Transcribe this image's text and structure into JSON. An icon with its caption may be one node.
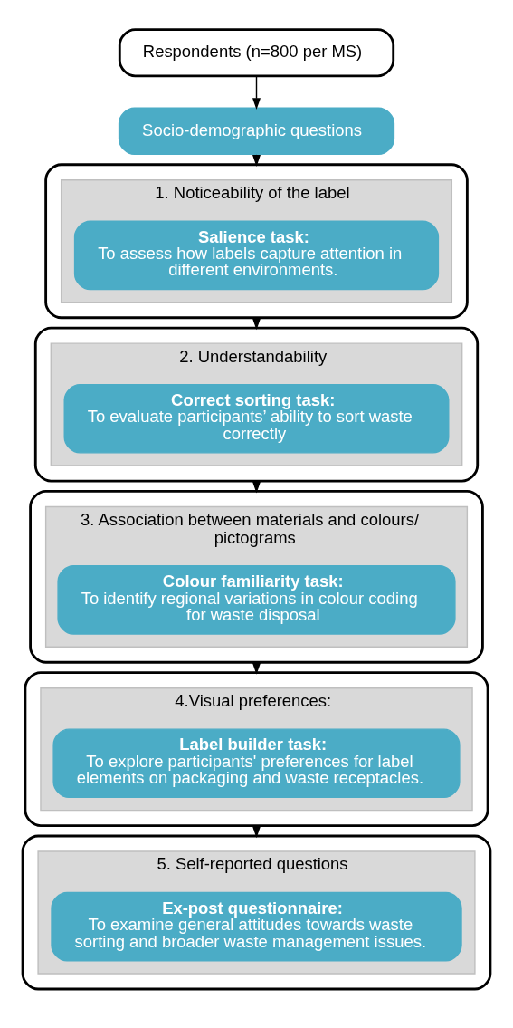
{
  "diagram": {
    "nodes": [
      {
        "text": [
          "Respondents (n=800 per MS)"
        ]
      },
      {
        "text": [
          "Socio-demographic questions"
        ]
      },
      {
        "text": [],
        "shape": "box"
      },
      {
        "text": [
          "1. Noticeability of the label"
        ],
        "in": 2
      },
      {
        "text": [
          "Salience task:",
          "To assess how labels capture attention in different environments."
        ],
        "in": 3
      },
      {
        "text": [],
        "shape": "box"
      },
      {
        "text": [
          "2. Understandability"
        ],
        "in": 5
      },
      {
        "text": [
          "Correct sorting task:",
          "To evaluate participants’ ability to sort waste correctly"
        ],
        "in": 6
      },
      {
        "text": [],
        "shape": "box"
      },
      {
        "text": [
          "3. Association between materials and colours/ pictograms"
        ],
        "in": 8
      },
      {
        "text": [
          "Colour familiarity task:",
          "To identify regional variations in colour coding for waste disposal"
        ],
        "in": 9
      },
      {
        "text": [],
        "shape": "box"
      },
      {
        "text": [
          "4.Visual preferences:"
        ],
        "in": 11
      },
      {
        "text": [
          "Label builder task:",
          "To explore participants' preferences for label elements on packaging and waste receptacles."
        ],
        "in": 12
      },
      {
        "text": [],
        "shape": "box"
      },
      {
        "text": [
          "5. Self-reported questions"
        ],
        "in": 14
      },
      {
        "text": [
          "Ex-post questionnaire:",
          "To examine general attitudes towards waste sorting and broader waste management issues."
        ],
        "in": 15
      }
    ],
    "edges": [
      {
        "from": 0,
        "to": 1,
        "arrow": "to"
      },
      {
        "from": 1,
        "to": 2,
        "arrow": "to"
      },
      {
        "from": 2,
        "to": 5,
        "arrow": "to"
      },
      {
        "from": 5,
        "to": 8,
        "arrow": "to"
      },
      {
        "from": 8,
        "to": 11,
        "arrow": "to"
      },
      {
        "from": 11,
        "to": 14,
        "arrow": "to"
      }
    ]
  }
}
